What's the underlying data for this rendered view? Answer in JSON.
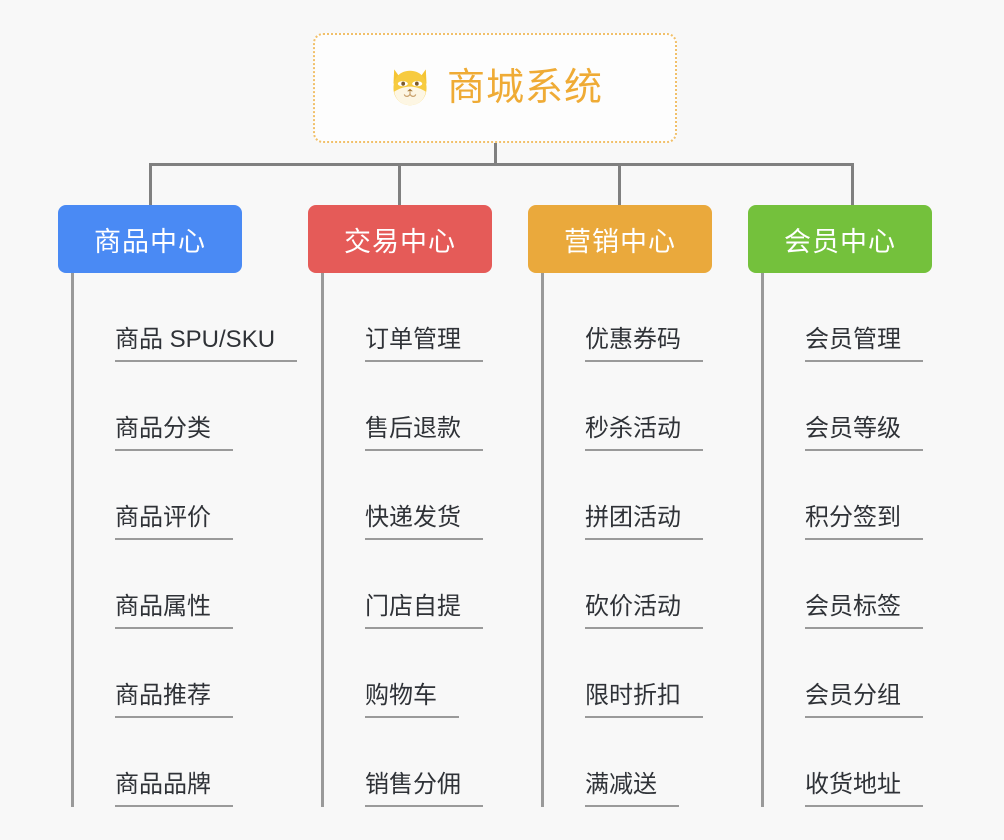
{
  "diagram": {
    "type": "mindmap",
    "title": "商城系统",
    "background_color": "#f8f8f8",
    "connector_color": "#808080"
  },
  "root": {
    "label": "商城系统",
    "icon": "shiba-dog-face-icon",
    "text_color": "#efab35",
    "border_color": "#f1c06a",
    "background_color": "#fdfdfd"
  },
  "branches": [
    {
      "label": "商品中心",
      "color": "#4a8af4",
      "leaves": [
        {
          "label": "商品 SPU/SKU"
        },
        {
          "label": "商品分类"
        },
        {
          "label": "商品评价"
        },
        {
          "label": "商品属性"
        },
        {
          "label": "商品推荐"
        },
        {
          "label": "商品品牌"
        }
      ]
    },
    {
      "label": "交易中心",
      "color": "#e55b58",
      "leaves": [
        {
          "label": "订单管理"
        },
        {
          "label": "售后退款"
        },
        {
          "label": "快递发货"
        },
        {
          "label": "门店自提"
        },
        {
          "label": "购物车"
        },
        {
          "label": "销售分佣"
        }
      ]
    },
    {
      "label": "营销中心",
      "color": "#eaa93c",
      "leaves": [
        {
          "label": "优惠券码"
        },
        {
          "label": "秒杀活动"
        },
        {
          "label": "拼团活动"
        },
        {
          "label": "砍价活动"
        },
        {
          "label": "限时折扣"
        },
        {
          "label": "满减送"
        }
      ]
    },
    {
      "label": "会员中心",
      "color": "#74c13c",
      "leaves": [
        {
          "label": "会员管理"
        },
        {
          "label": "会员等级"
        },
        {
          "label": "积分签到"
        },
        {
          "label": "会员标签"
        },
        {
          "label": "会员分组"
        },
        {
          "label": "收货地址"
        }
      ]
    }
  ]
}
